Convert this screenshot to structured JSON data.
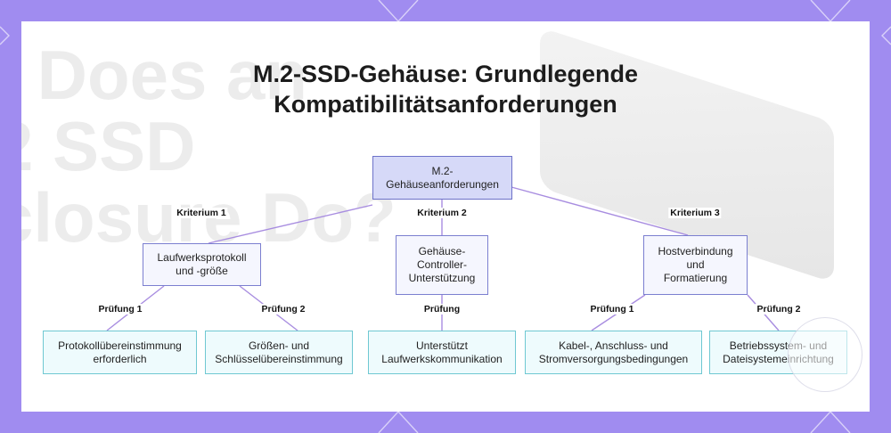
{
  "title": {
    "line1": "M.2-SSD-Gehäuse: Grundlegende",
    "line2": "Kompatibilitätsanforderungen"
  },
  "background_text": "t Does an\n2 SSD\nclosure Do?",
  "root": {
    "line1": "M.2-",
    "line2": "Gehäuseanforderungen"
  },
  "criteria": [
    {
      "label": "Kriterium 1",
      "line1": "Laufwerksprotokoll",
      "line2": "und -größe",
      "line3": ""
    },
    {
      "label": "Kriterium 2",
      "line1": "Gehäuse-",
      "line2": "Controller-",
      "line3": "Unterstützung"
    },
    {
      "label": "Kriterium 3",
      "line1": "Hostverbindung",
      "line2": "und",
      "line3": "Formatierung"
    }
  ],
  "checks": [
    {
      "label": "Prüfung 1",
      "line1": "Protokollübereinstimmung",
      "line2": "erforderlich"
    },
    {
      "label": "Prüfung 2",
      "line1": "Größen- und",
      "line2": "Schlüsselübereinstimmung"
    },
    {
      "label": "Prüfung",
      "line1": "Unterstützt",
      "line2": "Laufwerkskommunikation"
    },
    {
      "label": "Prüfung 1",
      "line1": "Kabel-, Anschluss- und",
      "line2": "Stromversorgungsbedingungen"
    },
    {
      "label": "Prüfung 2",
      "line1": "Betriebssystem- und",
      "line2": "Dateisystemeinrichtung"
    }
  ],
  "colors": {
    "frame": "#a08cf0",
    "root_fill": "#d6d9f8",
    "category_fill": "#f5f6fe",
    "leaf_fill": "#eefbfd",
    "edge": "#a88de0",
    "leaf_border": "#6fc8d2"
  }
}
